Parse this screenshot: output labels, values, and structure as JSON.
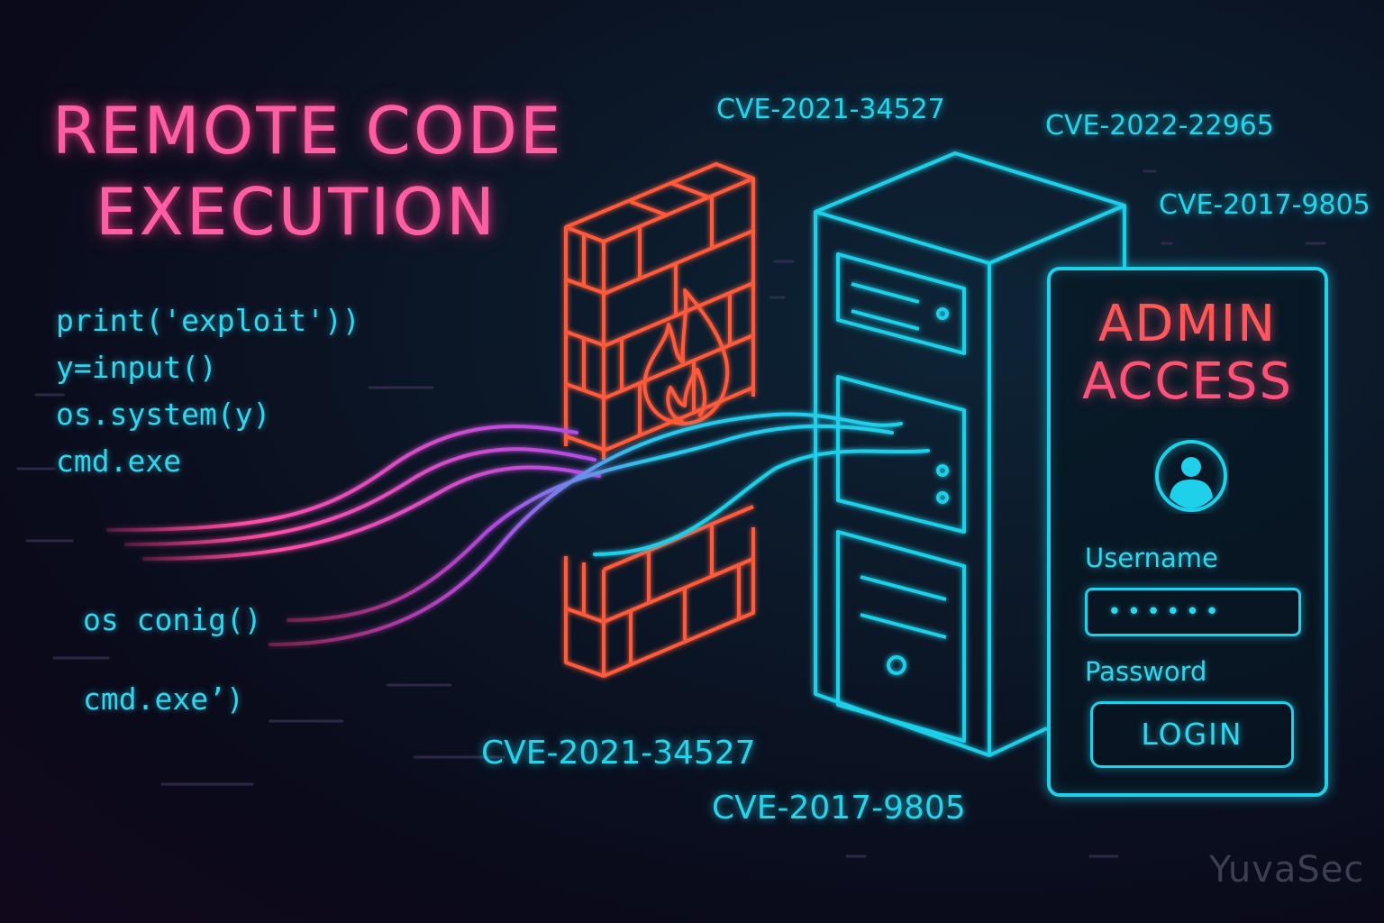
{
  "headline": {
    "line1": "REMOTE CODE",
    "line2": "EXECUTION"
  },
  "code_lines": [
    "print('exploit'))",
    "y=input()",
    "os.system(y)",
    "cmd.exe"
  ],
  "lower_code": [
    "os conig()",
    "cmd.exe’)"
  ],
  "cve_labels": [
    "CVE-2021-34527",
    "CVE-2022-22965",
    "CVE-2017-9805",
    "CVE-2021-34527",
    "CVE-2017-9805"
  ],
  "login_panel": {
    "title_line1": "ADMIN",
    "title_line2": "ACCESS",
    "username_label": "Username",
    "username_value": "••••••",
    "password_label": "Password",
    "login_button": "LOGIN"
  },
  "watermark": "YuvaSec",
  "colors": {
    "pink": "#ff5fa2",
    "cyan": "#1fd0ea",
    "orange": "#ff5a3a",
    "magenta": "#c04de0"
  },
  "icons": {
    "firewall": "brick-wall-icon",
    "fire": "flame-icon",
    "server": "server-tower-icon",
    "avatar": "user-circle-icon"
  }
}
